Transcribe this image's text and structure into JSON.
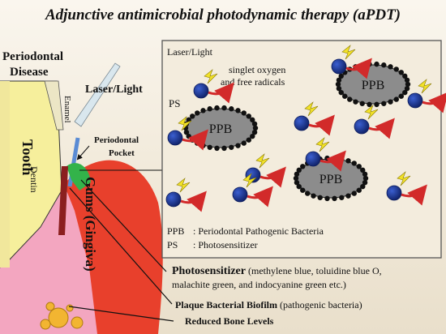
{
  "title": "Adjunctive antimicrobial photodynamic therapy (aPDT)",
  "left_labels": {
    "disease_line1": "Periodontal",
    "disease_line2": "Disease",
    "laser": "Laser/Light",
    "tooth": "Tooth",
    "enamel": "Enamel",
    "pocket_line1": "Periodontal",
    "pocket_line2": "Pocket",
    "dentin": "Dentin",
    "gums": "Gums (Gingiva)"
  },
  "inset": {
    "laser": "Laser/Light",
    "singlet_line1": "singlet oxygen",
    "singlet_line2": "and free radicals",
    "ps": "PS",
    "bacteria": [
      "PPB",
      "PPB",
      "PPB",
      "PPB"
    ],
    "legend": [
      {
        "abbr": "PPB",
        "text": ": Periodontal Pathogenic Bacteria"
      },
      {
        "abbr": "PS",
        "text": ": Photosensitizer"
      }
    ]
  },
  "callouts": {
    "photosensitizer_bold": "Photosensitizer",
    "photosensitizer_rest_line1": " (methylene blue, toluidine blue O,",
    "photosensitizer_line2": "malachite green, and indocyanine green etc.)",
    "biofilm_bold": "Plaque Bacterial Biofilm",
    "biofilm_rest": " (pathogenic bacteria)",
    "bone": "Reduced Bone Levels"
  },
  "colors": {
    "gums": "#e8402c",
    "pink": "#f3a6c0",
    "bacteria_fill": "#8c8c8c",
    "bead": "#1f3a93",
    "lightning": "#f2e229",
    "arrow": "#d22a2a",
    "plaque": "#33b34a"
  }
}
